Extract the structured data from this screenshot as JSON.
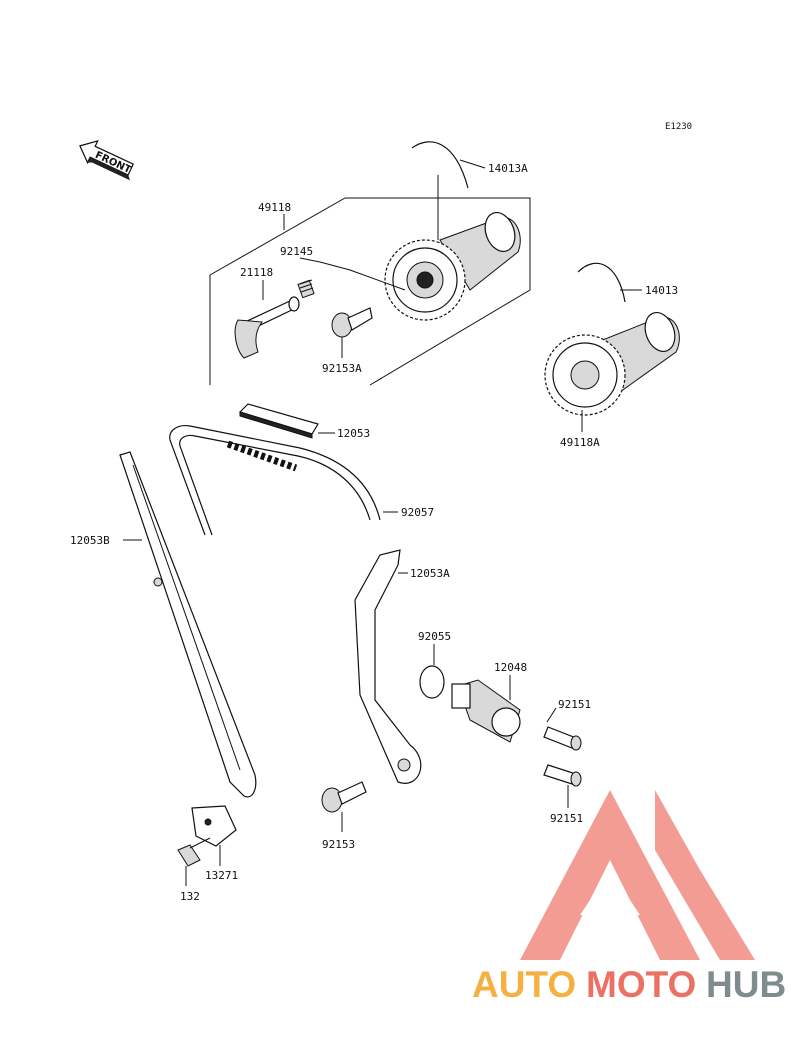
{
  "diagram_code": "E1230",
  "front_arrow": {
    "label": "FRONT",
    "icon": "front-arrow-icon"
  },
  "labels": {
    "p14013A": "14013A",
    "p14013": "14013",
    "p49118": "49118",
    "p49118A": "49118A",
    "p92145": "92145",
    "p21118": "21118",
    "p92153A": "92153A",
    "p12053": "12053",
    "p92057": "92057",
    "p12053B": "12053B",
    "p12053A": "12053A",
    "p92055": "92055",
    "p12048": "12048",
    "p92151_top": "92151",
    "p92151_bottom": "92151",
    "p92153": "92153",
    "p13271": "13271",
    "p132": "132"
  },
  "watermark": {
    "part1": "AUTO",
    "part2": "MOTO",
    "part3": "HUB",
    "colors": {
      "auto": "#f5b041",
      "moto": "#ec7063",
      "hub": "#7f8c8d",
      "logo": "#f1948a"
    }
  }
}
